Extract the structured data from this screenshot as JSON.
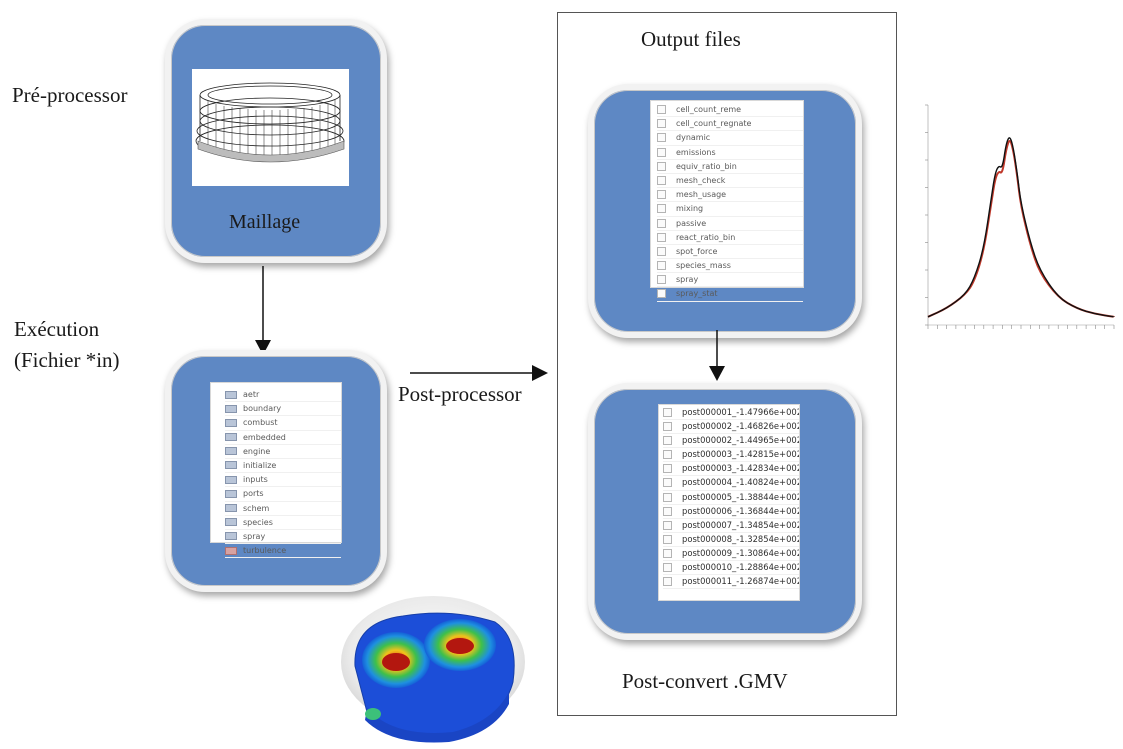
{
  "labels": {
    "preprocessor": "Pré-processor",
    "execution_line1": "Exécution",
    "execution_line2": "(Fichier *in)",
    "maillage": "Maillage",
    "postprocessor": "Post-processor",
    "output_files": "Output files",
    "postconvert": "Post-convert .GMV"
  },
  "input_files": [
    "aetr",
    "boundary",
    "combust",
    "embedded",
    "engine",
    "initialize",
    "inputs",
    "ports",
    "schem",
    "species",
    "spray",
    "turbulence"
  ],
  "output_files": [
    "cell_count_reme",
    "cell_count_regnate",
    "dynamic",
    "emissions",
    "equiv_ratio_bin",
    "mesh_check",
    "mesh_usage",
    "mixing",
    "passive",
    "react_ratio_bin",
    "spot_force",
    "species_mass",
    "spray",
    "spray_stat"
  ],
  "gmv_files": [
    "post000001_-1.47966e+002",
    "post000002_-1.46826e+002",
    "post000002_-1.44965e+002",
    "post000003_-1.42815e+002",
    "post000003_-1.42834e+002",
    "post000004_-1.40824e+002",
    "post000005_-1.38844e+002",
    "post000006_-1.36844e+002",
    "post000007_-1.34854e+002",
    "post000008_-1.32854e+002",
    "post000009_-1.30864e+002",
    "post000010_-1.28864e+002",
    "post000011_-1.26874e+002"
  ],
  "colors": {
    "tile_blue": "#5e88c4",
    "curve_black": "#111111",
    "curve_red": "#c0392b"
  },
  "chart_data": {
    "type": "line",
    "title": "",
    "xlabel": "",
    "ylabel": "",
    "x": [
      -40,
      -30,
      -20,
      -15,
      -10,
      -6,
      -4,
      -2,
      0,
      2,
      4,
      6,
      8,
      10,
      15,
      20,
      30,
      40,
      50,
      60
    ],
    "series": [
      {
        "values": [
          0.3,
          0.6,
          1.1,
          1.7,
          2.8,
          4.6,
          5.5,
          5.8,
          5.7,
          6.6,
          6.9,
          6.4,
          5.5,
          4.4,
          3.0,
          2.0,
          1.0,
          0.6,
          0.4,
          0.3
        ]
      },
      {
        "values": [
          0.3,
          0.6,
          1.1,
          1.6,
          2.7,
          4.4,
          5.3,
          5.6,
          5.5,
          6.4,
          6.8,
          6.3,
          5.4,
          4.3,
          2.9,
          1.9,
          1.0,
          0.6,
          0.4,
          0.3
        ]
      }
    ],
    "ylim": [
      0,
      8
    ],
    "xlim": [
      -40,
      60
    ],
    "grid": false
  }
}
